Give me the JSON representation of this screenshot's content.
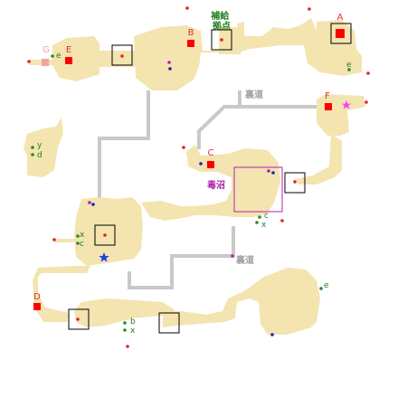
{
  "labels": {
    "supply_base": "補給拠点",
    "back_road_1": "裏道",
    "back_road_2": "裏道",
    "poison_swamp": "毒沼"
  },
  "markers": {
    "A": "A",
    "B": "B",
    "C": "C",
    "D": "D",
    "E": "E",
    "F": "F",
    "G": "G"
  },
  "items": {
    "e1": "e",
    "e2": "e",
    "e3": "e",
    "y": "y",
    "d": "d",
    "x1": "x",
    "c1": "c",
    "c2": "c",
    "x2": "x",
    "b": "b",
    "x3": "x"
  },
  "colors": {
    "terrain": "#f3e4b0",
    "route": "#c9c9c9",
    "camp": "#ff0000",
    "camp_g": "#f4a0a0",
    "dot_red": "#e82020",
    "dot_green": "#2a8a2a",
    "dot_blue": "#2020c0",
    "dot_purple": "#b020b0",
    "label_red": "#e03030",
    "label_green": "#208020",
    "label_grey": "#a0a0a0",
    "label_purple": "#b020b0",
    "star_blue": "#2040e0",
    "star_pink": "#ff40ff"
  }
}
